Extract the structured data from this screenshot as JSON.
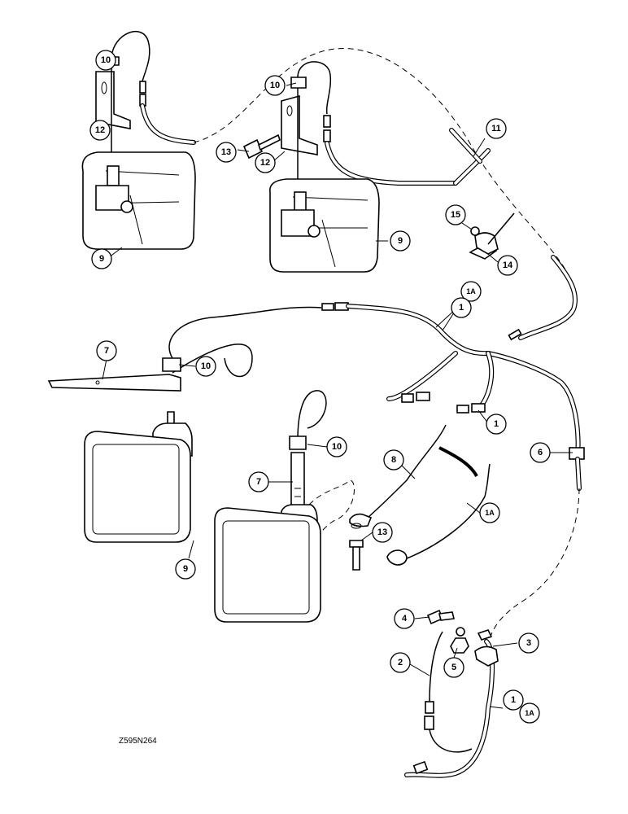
{
  "diagram": {
    "drawing_code": "Z595N264",
    "callouts": {
      "c10a": "10",
      "c12a": "12",
      "c9a": "9",
      "c10b": "10",
      "c13a": "13",
      "c12b": "12",
      "c9b": "9",
      "c11": "11",
      "c15": "15",
      "c14": "14",
      "c1Aa": "1A",
      "c1a": "1",
      "c7a": "7",
      "c10c": "10",
      "c1b": "1",
      "c6": "6",
      "c10d": "10",
      "c8": "8",
      "c7b": "7",
      "c1Ab": "1A",
      "c13b": "13",
      "c9c": "9",
      "c4": "4",
      "c3": "3",
      "c2": "2",
      "c5": "5",
      "c1c": "1",
      "c1Ac": "1A"
    }
  }
}
